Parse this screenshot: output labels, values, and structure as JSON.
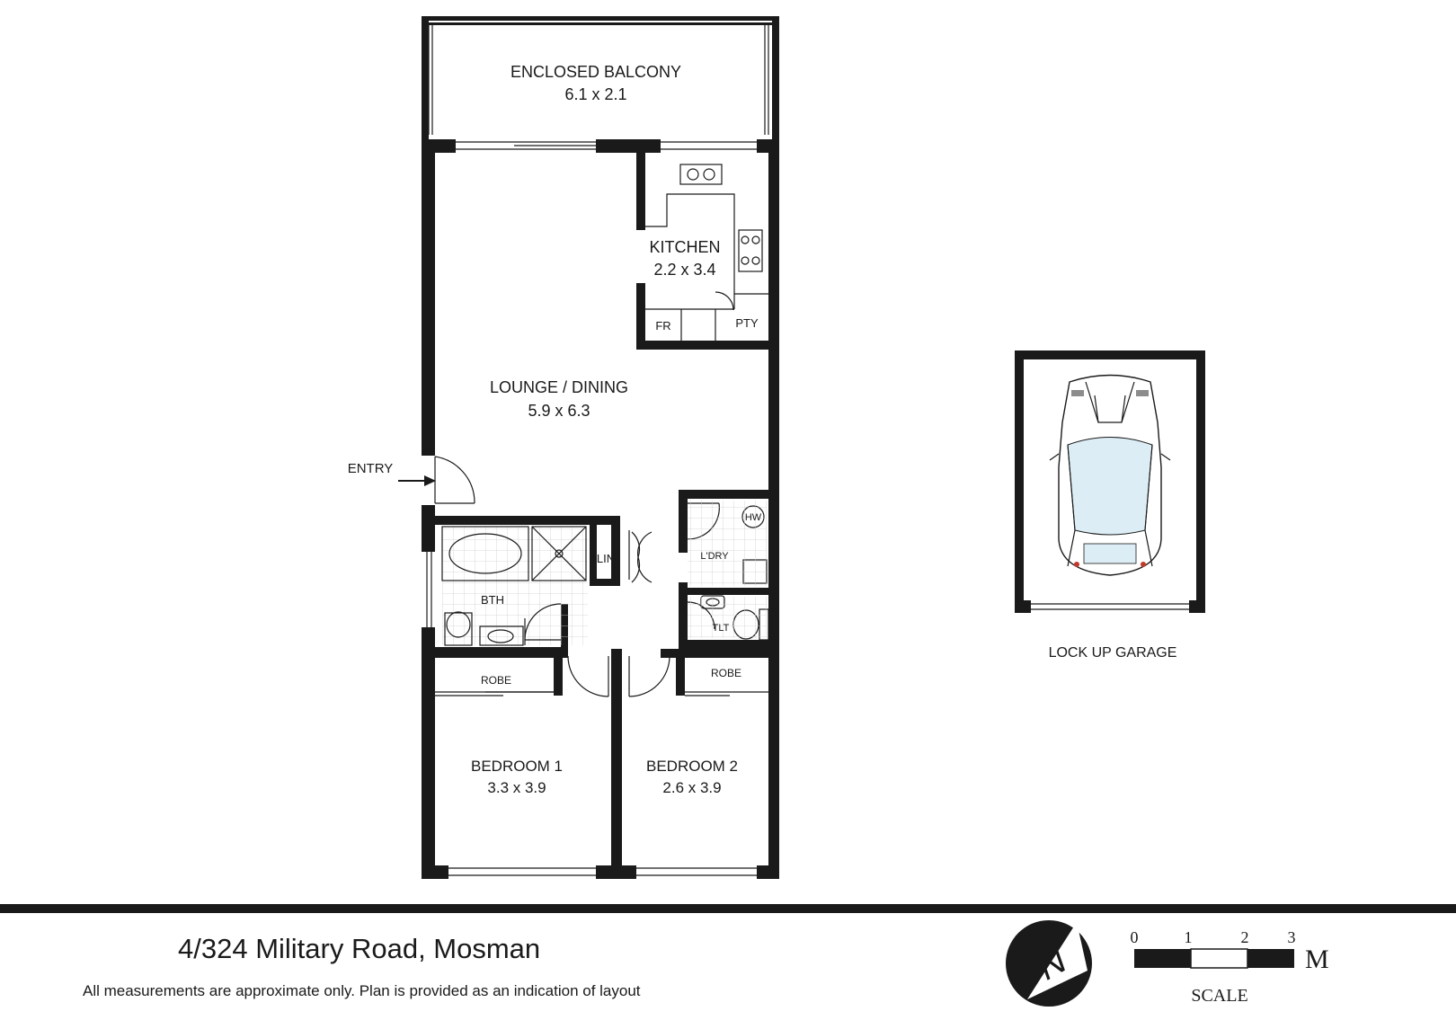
{
  "plan": {
    "rooms": {
      "balcony": {
        "name": "ENCLOSED BALCONY",
        "size": "6.1 x 2.1"
      },
      "kitchen": {
        "name": "KITCHEN",
        "size": "2.2 x 3.4"
      },
      "lounge": {
        "name": "LOUNGE / DINING",
        "size": "5.9 x 6.3"
      },
      "bedroom1": {
        "name": "BEDROOM 1",
        "size": "3.3 x 3.9"
      },
      "bedroom2": {
        "name": "BEDROOM 2",
        "size": "2.6 x 3.9"
      },
      "fridge": "FR",
      "pantry": "PTY",
      "bath": "BTH",
      "linen": "LIN",
      "laundry": "L'DRY",
      "hot_water": "HW",
      "toilet": "TLT",
      "robe1": "ROBE",
      "robe2": "ROBE"
    },
    "entry_label": "ENTRY",
    "garage_label": "LOCK UP GARAGE"
  },
  "footer": {
    "address": "4/324 Military Road, Mosman",
    "disclaimer": "All measurements are approximate only. Plan is provided as an indication of layout"
  },
  "scale": {
    "ticks": [
      "0",
      "1",
      "2",
      "3"
    ],
    "unit": "M",
    "label": "SCALE"
  },
  "compass": {
    "letter": "N"
  },
  "colors": {
    "wall": "#1a1a1a",
    "background": "#ffffff"
  }
}
